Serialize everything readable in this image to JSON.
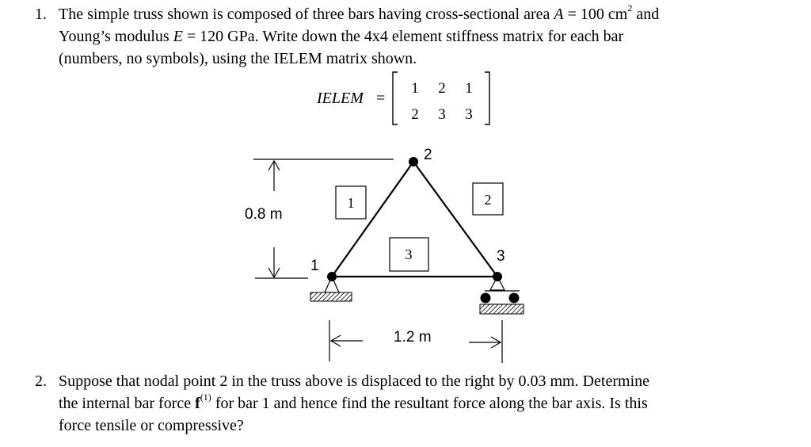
{
  "q1": {
    "number": "1.",
    "t1": "The simple truss shown is composed of three bars having cross-sectional area ",
    "var_A": "A",
    "t2": " = 100 cm",
    "sup2": "2",
    "t3": " and",
    "t4": "Young’s modulus ",
    "var_E": "E",
    "t5": " = 120 GPa. Write down the 4x4 element stiffness matrix for each bar",
    "t6": "(numbers, no symbols), using the IELEM matrix shown."
  },
  "ielem": {
    "label": "IELEM",
    "equals": "=",
    "rows": [
      [
        "1",
        "2",
        "1"
      ],
      [
        "2",
        "3",
        "3"
      ]
    ]
  },
  "figure": {
    "height_label": "0.8 m",
    "width_label": "1.2 m",
    "node_labels": [
      "1",
      "2",
      "3"
    ],
    "bar_labels": [
      "1",
      "2",
      "3"
    ]
  },
  "q2": {
    "number": "2.",
    "t1": "Suppose that nodal point 2 in the truss above is displaced to the right by 0.03 mm. Determine",
    "t2": "the internal bar force ",
    "force_sym": "f",
    "force_sup": "(1)",
    "t3": " for bar 1 and hence find the resultant force along the bar axis. Is this",
    "t4": "force tensile or compressive?"
  }
}
